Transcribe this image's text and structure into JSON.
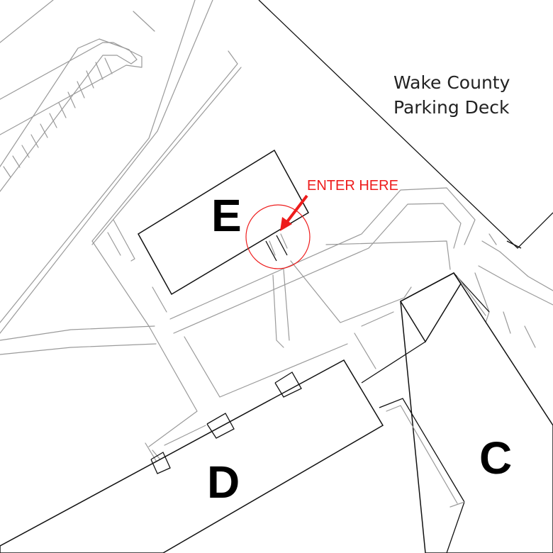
{
  "map": {
    "place_label": {
      "line1": "Wake County",
      "line2": "Parking Deck"
    },
    "buildings": {
      "c": "C",
      "d": "D",
      "e": "E"
    },
    "entrance": {
      "label": "ENTER HERE"
    },
    "colors": {
      "marker": "#ee1c1c",
      "building_outline": "#111111",
      "paths": "#9a9a9a"
    }
  }
}
